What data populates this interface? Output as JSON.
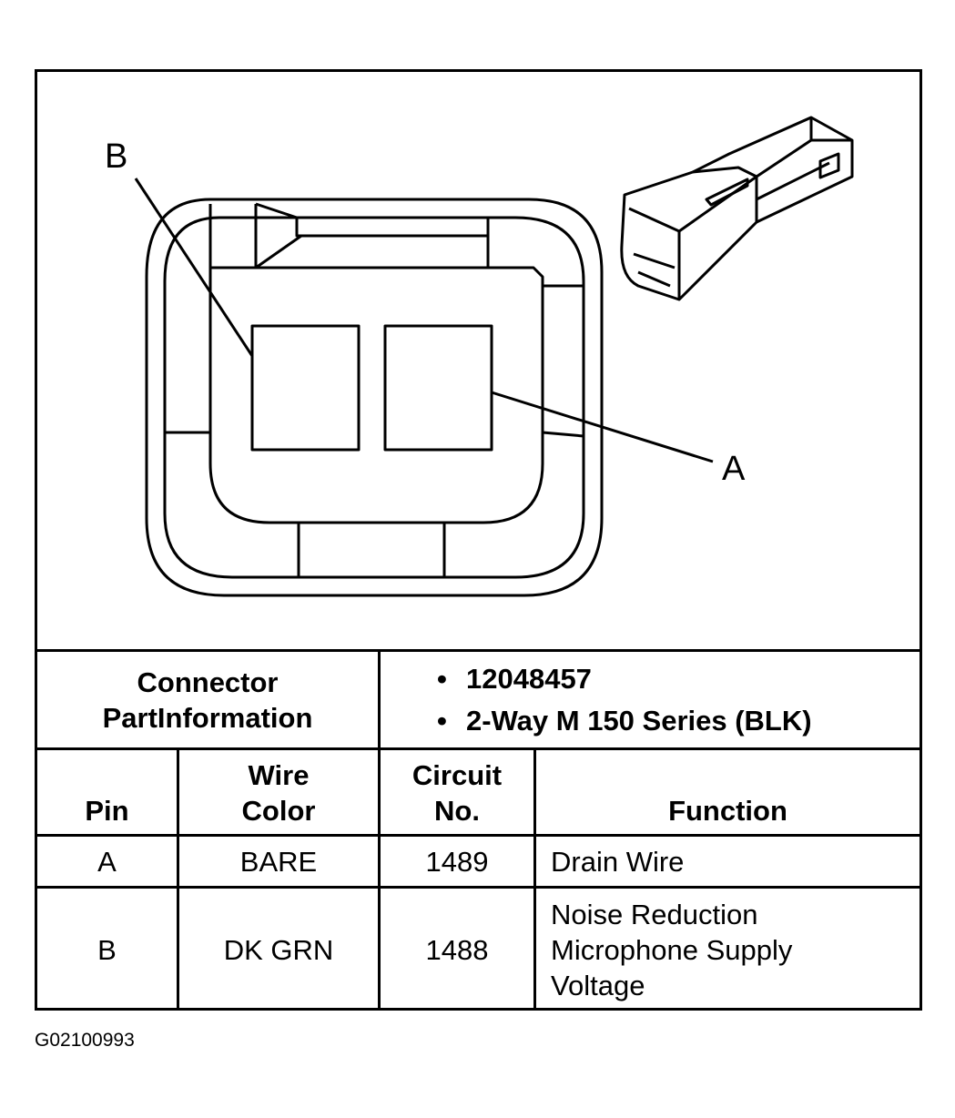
{
  "diagram": {
    "callout_b": "B",
    "callout_a": "A"
  },
  "part_info": {
    "label_line1": "Connector",
    "label_line2": "PartInformation",
    "items": [
      "12048457",
      "2-Way M 150 Series (BLK)"
    ]
  },
  "table": {
    "headers": {
      "pin": "Pin",
      "wire_color_line1": "Wire",
      "wire_color_line2": "Color",
      "circuit_line1": "Circuit",
      "circuit_line2": "No.",
      "function": "Function"
    },
    "rows": [
      {
        "pin": "A",
        "wire_color": "BARE",
        "circuit": "1489",
        "function": [
          "Drain Wire"
        ]
      },
      {
        "pin": "B",
        "wire_color": "DK GRN",
        "circuit": "1488",
        "function": [
          "Noise Reduction",
          "Microphone Supply",
          "Voltage"
        ]
      }
    ]
  },
  "caption": "G02100993"
}
